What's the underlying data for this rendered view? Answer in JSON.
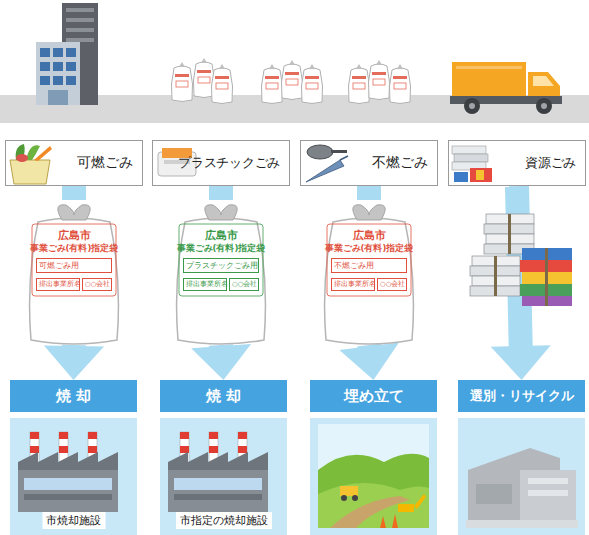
{
  "diagram": {
    "nodes": [
      {
        "text": [
          "可燃ごみ"
        ]
      },
      {
        "text": [
          "プラスチックごみ"
        ]
      },
      {
        "text": [
          "不燃ごみ"
        ]
      },
      {
        "text": [
          "資源ごみ"
        ]
      },
      {
        "text": [
          "広島市",
          "事業ごみ(有料)指定袋",
          "可燃ごみ用",
          "排出事業所名",
          "○○会社"
        ]
      },
      {
        "text": [
          "広島市",
          "事業ごみ(有料)指定袋",
          "プラスチックごみ用",
          "排出事業所名",
          "○○会社"
        ]
      },
      {
        "text": [
          "広島市",
          "事業ごみ(有料)指定袋",
          "不燃ごみ用",
          "排出事業所名",
          "○○会社"
        ]
      },
      {
        "text": [
          "焼 却",
          "市焼却施設"
        ]
      },
      {
        "text": [
          "焼 却",
          "市指定の焼却施設"
        ]
      },
      {
        "text": [
          "埋め立て"
        ]
      },
      {
        "text": [
          "選別・リサイクル"
        ]
      }
    ],
    "edges": [
      {
        "from": 0,
        "to": 4,
        "arrow": "none"
      },
      {
        "from": 4,
        "to": 7,
        "arrow": "to"
      },
      {
        "from": 1,
        "to": 5,
        "arrow": "none"
      },
      {
        "from": 5,
        "to": 8,
        "arrow": "to"
      },
      {
        "from": 2,
        "to": 6,
        "arrow": "none"
      },
      {
        "from": 6,
        "to": 9,
        "arrow": "to"
      },
      {
        "from": 3,
        "to": 10,
        "arrow": "to"
      }
    ]
  }
}
